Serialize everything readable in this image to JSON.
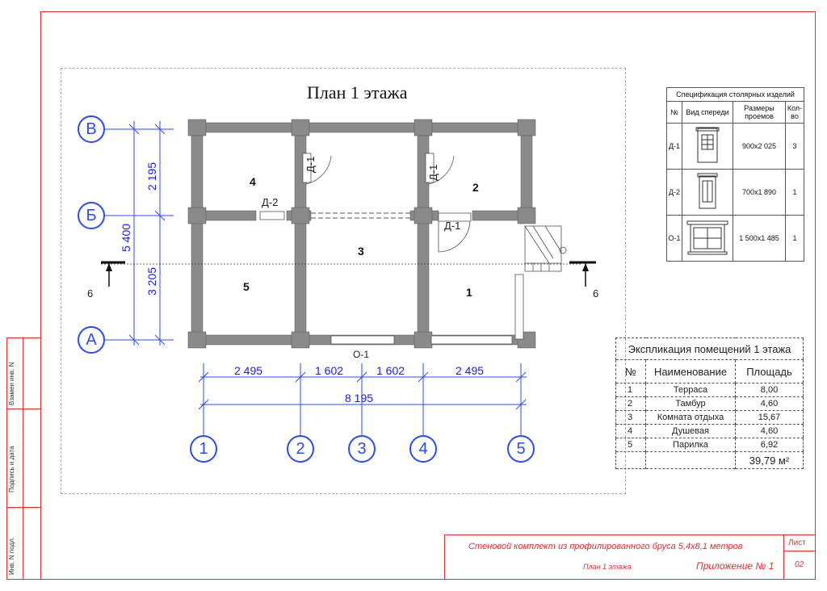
{
  "plan": {
    "title": "План 1 этажа",
    "rooms": [
      "1",
      "2",
      "3",
      "4",
      "5"
    ],
    "doors": {
      "d1": "Д-1",
      "d2": "Д-2",
      "o1": "О-1"
    },
    "section_mark": "6",
    "axes_rows": [
      "В",
      "Б",
      "А"
    ],
    "axes_cols": [
      "1",
      "2",
      "3",
      "4",
      "5"
    ],
    "dims_vert": {
      "top": "2 195",
      "bottom": "3 205",
      "total": "5 400"
    },
    "dims_horiz": [
      "2 495",
      "1 602",
      "1 602",
      "2 495"
    ],
    "dims_horiz_total": "8 195"
  },
  "spec": {
    "title": "Спецификация столярных изделий",
    "headers": [
      "№",
      "Вид спереди",
      "Размеры проемов",
      "Кол-во"
    ],
    "rows": [
      {
        "id": "Д-1",
        "size": "900x2 025",
        "qty": "3"
      },
      {
        "id": "Д-2",
        "size": "700x1 890",
        "qty": "1"
      },
      {
        "id": "О-1",
        "size": "1 500x1 485",
        "qty": "1"
      }
    ]
  },
  "explication": {
    "title": "Экспликация помещений 1 этажа",
    "headers": [
      "№",
      "Наименование",
      "Площадь"
    ],
    "rows": [
      {
        "n": "1",
        "name": "Терраса",
        "area": "8,00"
      },
      {
        "n": "2",
        "name": "Тамбур",
        "area": "4,60"
      },
      {
        "n": "3",
        "name": "Комната отдыха",
        "area": "15,67"
      },
      {
        "n": "4",
        "name": "Душевая",
        "area": "4,60"
      },
      {
        "n": "5",
        "name": "Парилка",
        "area": "6,92"
      }
    ],
    "total": "39,79 м²"
  },
  "stamp": {
    "title": "Стеновой комплект из профилированного бруса 5,4x8,1 метров",
    "subtitle": "План 1 этажа",
    "appendix": "Приложение № 1",
    "sheet_label": "Лист",
    "sheet_no": "02"
  },
  "side": {
    "inv_replace": "Взамен инв. N",
    "sign_date": "Подпись и дата",
    "inv_orig": "Инв. N подл."
  }
}
